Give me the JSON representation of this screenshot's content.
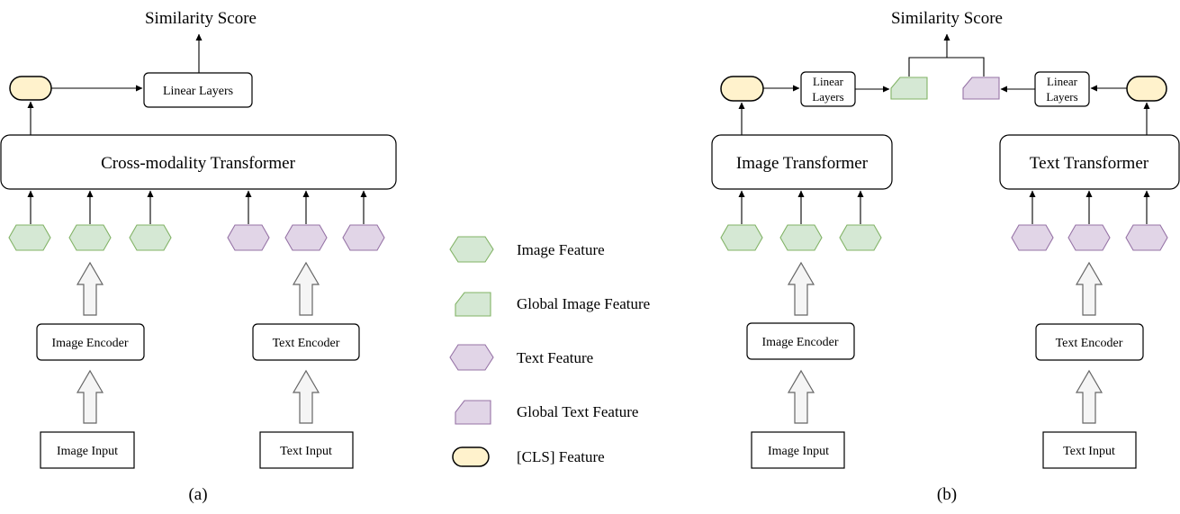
{
  "panel_a": {
    "similarity": "Similarity Score",
    "linear_layers": "Linear Layers",
    "transformer": "Cross-modality Transformer",
    "image_encoder": "Image Encoder",
    "text_encoder": "Text Encoder",
    "image_input": "Image Input",
    "text_input": "Text Input",
    "caption": "(a)"
  },
  "panel_b": {
    "similarity": "Similarity Score",
    "linear_layers_line1": "Linear",
    "linear_layers_line2": "Layers",
    "image_transformer": "Image Transformer",
    "text_transformer": "Text Transformer",
    "image_encoder": "Image Encoder",
    "text_encoder": "Text Encoder",
    "image_input": "Image Input",
    "text_input": "Text Input",
    "caption": "(b)"
  },
  "legend": {
    "image_feature": "Image Feature",
    "global_image_feature": "Global Image Feature",
    "text_feature": "Text Feature",
    "global_text_feature": "Global Text Feature",
    "cls_feature": "[CLS] Feature"
  },
  "colors": {
    "image_feature_fill": "#d5e8d4",
    "image_feature_stroke": "#82b366",
    "text_feature_fill": "#e1d5e7",
    "text_feature_stroke": "#9673a6",
    "cls_fill": "#fff2cc"
  }
}
